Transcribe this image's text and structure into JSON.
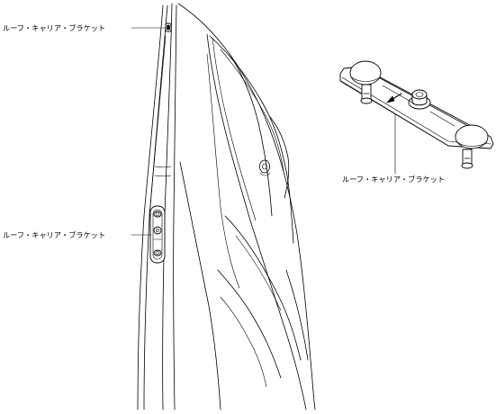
{
  "diagram": {
    "callouts": {
      "top_label": "ルーフ・キャリア・ブラケット",
      "middle_label": "ルーフ・キャリア・ブラケット",
      "detail_label": "ルーフ・キャリア・ブラケット"
    }
  }
}
